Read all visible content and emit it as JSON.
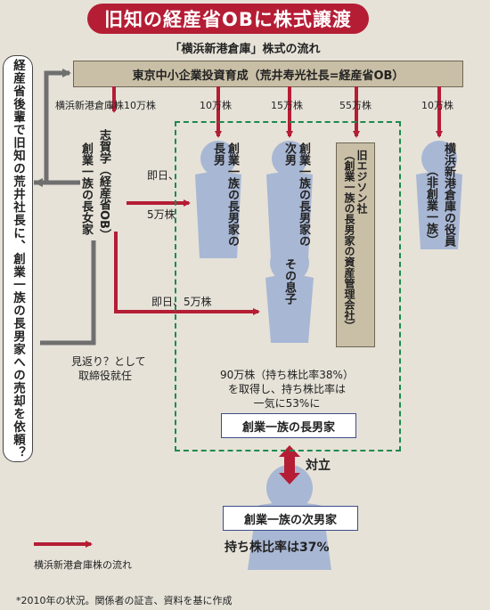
{
  "title": "旧知の経産省OBに株式譲渡",
  "subtitle": "「横浜新港倉庫」株式の流れ",
  "source_node": "東京中小企業投資育成（荒井寿光社長=経産省OB）",
  "left_note": "経産省後輩で旧知の荒井社長に、創業一族の長男家への売却を依頼？",
  "flows": {
    "to_shigaku": "横浜新港倉庫株10万株",
    "to_choke_chonan": "10万株",
    "to_choke_jinan": "15万株",
    "to_edison": "55万株",
    "to_officer": "10万株"
  },
  "nodes": {
    "shigaku": "志賀学（経産省OB）",
    "founder_eldest_daughter": "創業一族の長女家",
    "choke_chonan": "創業一族の長男家の長男",
    "choke_jinan": "創業一族の長男家の次男",
    "son": "その息子",
    "edison_name": "旧エジソン社",
    "edison_desc": "（創業一族の長男家の資産管理会社）",
    "officer": "横浜新港倉庫の役員",
    "officer_note": "（非創業一族）",
    "eldest_house": "創業一族の長男家",
    "second_house": "創業一族の次男家"
  },
  "labels": {
    "same_day_5a": "即日、",
    "same_day_5b": "5万株",
    "same_day_son": "即日、5万株",
    "mikaeri": "見返り？として",
    "director": "取締役就任",
    "acquired_1": "90万株（持ち株比率38%）",
    "acquired_2": "を取得し、持ち株比率は",
    "acquired_3": "一気に53%に",
    "confront": "対立",
    "ratio37": "持ち株比率は37%",
    "legend": "横浜新港倉庫株の流れ",
    "footer": "*2010年の状況。関係者の証言、資料を基に作成"
  },
  "colors": {
    "red": "#b51d35",
    "gray_arrow": "#6f6f6f",
    "green_dashed": "#1e8a4c",
    "navy": "#3a4e8a",
    "figure": "#a8b7d4"
  }
}
